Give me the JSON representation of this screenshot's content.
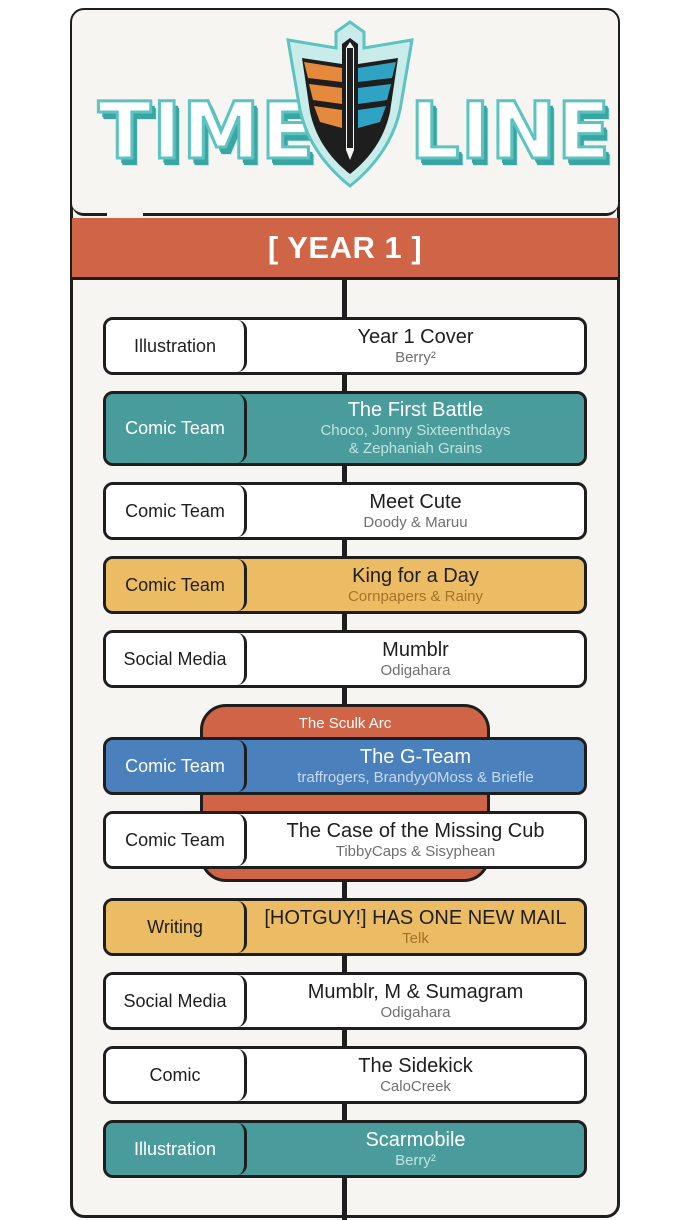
{
  "header": {
    "logo_left": "TIME",
    "logo_right": "LINE",
    "year_label": "[ YEAR 1 ]"
  },
  "arc": {
    "label": "The Sculk Arc"
  },
  "entries": [
    {
      "category": "Illustration",
      "title": "Year 1 Cover",
      "credit": "Berry²",
      "credit2": "",
      "theme": "white"
    },
    {
      "category": "Comic Team",
      "title": "The First Battle",
      "credit": "Choco, Jonny Sixteenthdays",
      "credit2": "& Zephaniah Grains",
      "theme": "teal"
    },
    {
      "category": "Comic Team",
      "title": "Meet Cute",
      "credit": "Doody & Maruu",
      "credit2": "",
      "theme": "white"
    },
    {
      "category": "Comic Team",
      "title": "King for a Day",
      "credit": "Cornpapers & Rainy",
      "credit2": "",
      "theme": "yellow"
    },
    {
      "category": "Social Media",
      "title": "Mumblr",
      "credit": "Odigahara",
      "credit2": "",
      "theme": "white"
    },
    {
      "category": "Comic Team",
      "title": "The G-Team",
      "credit": "traffrogers, Brandyy0Moss & Briefle",
      "credit2": "",
      "theme": "blue"
    },
    {
      "category": "Comic Team",
      "title": "The Case of the Missing Cub",
      "credit": "TibbyCaps & Sisyphean",
      "credit2": "",
      "theme": "white"
    },
    {
      "category": "Writing",
      "title": "[HOTGUY!] HAS ONE NEW MAIL",
      "credit": "Telk",
      "credit2": "",
      "theme": "yellow"
    },
    {
      "category": "Social Media",
      "title": "Mumblr, M & Sumagram",
      "credit": "Odigahara",
      "credit2": "",
      "theme": "white"
    },
    {
      "category": "Comic",
      "title": "The Sidekick",
      "credit": "CaloCreek",
      "credit2": "",
      "theme": "white"
    },
    {
      "category": "Illustration",
      "title": "Scarmobile",
      "credit": "Berry²",
      "credit2": "",
      "theme": "teal"
    }
  ],
  "colors": {
    "orange": "#cf6446",
    "teal": "#4a9c9c",
    "yellow": "#ecbc64",
    "blue": "#4a80bb",
    "logo_teal": "#5cc3c0",
    "logo_orange": "#e58a3c",
    "logo_blue": "#2fa3c4"
  }
}
